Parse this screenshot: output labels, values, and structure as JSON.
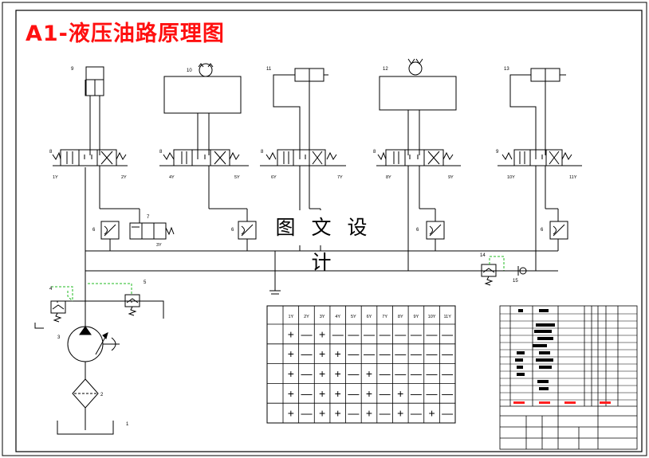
{
  "title": "A1-液压油路原理图",
  "watermark": "图 文 设 计",
  "component_numbers": [
    "1",
    "2",
    "3",
    "4",
    "5",
    "6",
    "7",
    "8",
    "9",
    "10",
    "11",
    "12",
    "13",
    "14",
    "15"
  ],
  "solenoid_labels": [
    "1Y",
    "2Y",
    "3Y",
    "4Y",
    "5Y",
    "6Y",
    "7Y",
    "8Y",
    "9Y",
    "10Y",
    "11Y"
  ],
  "table": {
    "columns": [
      "1Y",
      "2Y",
      "3Y",
      "4Y",
      "5Y",
      "6Y",
      "7Y",
      "8Y",
      "9Y",
      "10Y",
      "11Y"
    ],
    "rows": [
      [
        "+",
        "—",
        "+",
        "—",
        "—",
        "—",
        "—",
        "—",
        "—",
        "—",
        "—"
      ],
      [
        "+",
        "—",
        "+",
        "+",
        "—",
        "—",
        "—",
        "—",
        "—",
        "—",
        "—"
      ],
      [
        "+",
        "—",
        "+",
        "+",
        "—",
        "+",
        "—",
        "—",
        "—",
        "—",
        "—"
      ],
      [
        "+",
        "—",
        "+",
        "+",
        "—",
        "+",
        "—",
        "+",
        "—",
        "—",
        "—"
      ],
      [
        "+",
        "—",
        "+",
        "+",
        "—",
        "+",
        "—",
        "+",
        "—",
        "+",
        "—"
      ]
    ]
  },
  "colors": {
    "title": "#ff1010",
    "pilot_line": "#22bb22",
    "line": "#000000",
    "red_marks": "#ff2020"
  }
}
